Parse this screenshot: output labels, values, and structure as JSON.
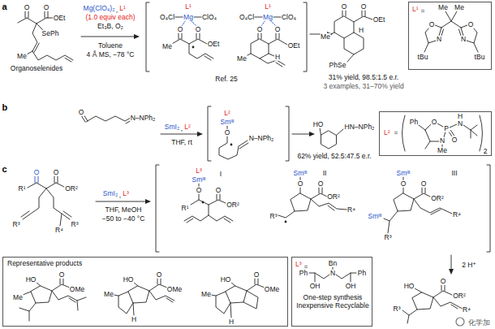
{
  "diagram": {
    "nodes": [
      {
        "text": [
          "L¹"
        ]
      },
      {
        "text": [
          "L²"
        ]
      },
      {
        "text": [
          "Representative products"
        ]
      },
      {
        "text": [
          "L³",
          "One-step synthesis Inexpensive Recyclable"
        ]
      }
    ],
    "labels": [
      "a",
      "O",
      "O",
      "OEt",
      "SePh",
      "Me",
      "Organoselenides",
      "Mg(ClO₄)₂",
      ",",
      "L¹",
      "(1.0 equiv each)",
      "Et₃B, O₂",
      "Toluene",
      "4 Å MS, −78 °C",
      "L¹",
      "O₄Cl",
      "Mg",
      "ClO₄",
      "O",
      "O",
      "OEt",
      "Me",
      "L¹",
      "O₄Cl",
      "Mg",
      "ClO₄",
      "O",
      "O",
      "OEt",
      "H",
      "Me",
      "Ref. 25",
      "O",
      "O",
      "OEt",
      "H",
      "Me",
      "PhSe",
      "31% yield, 98.5:1.5 e.r.",
      "3 examples, 31–70% yield",
      "=",
      "Me",
      "Me",
      "O",
      "N",
      "O",
      "N",
      "tBu",
      "tBu",
      "b",
      "O",
      "N–NPh₂",
      "SmI₂",
      ",",
      "L²",
      "THF, rt",
      "L²",
      "Smᴵᴵᴵ",
      "O",
      "N–NPh₂",
      "HO",
      "HN–NPh₂",
      "62% yield, 52.5:47.5 e.r.",
      "=",
      "Ph",
      "O",
      "P",
      "N",
      "Me",
      "O",
      "N",
      "H",
      "2",
      "c",
      "O",
      "O",
      "R¹",
      "OR²",
      "R³",
      "R⁴",
      "R³",
      "SmI₂",
      ",",
      "L³",
      "THF, MeOH",
      "−50 to −40 °C",
      "L³",
      "Smᴵᴵᴵ",
      "O",
      "I",
      "R¹",
      "O",
      "OR²",
      "Smᴵᴵᴵ",
      "O",
      "II",
      "O",
      "OR²",
      "R³",
      "R⁴",
      "Smᴵᴵᴵ",
      "O",
      "III",
      "O",
      "OR²",
      "Smᴵᴵᴵ",
      "R³",
      "R⁴",
      "2 H⁺",
      "HO",
      "O",
      "OR²",
      "R³",
      "R⁴",
      "化学加",
      "HO",
      "O",
      "OMe",
      "Me",
      "HO",
      "O",
      "OMe",
      "Me",
      "H",
      "HO",
      "O",
      "OMe",
      "Me",
      "H",
      "=",
      "Bn",
      "N",
      "Ph",
      "OH",
      "Ph",
      "OH"
    ]
  }
}
